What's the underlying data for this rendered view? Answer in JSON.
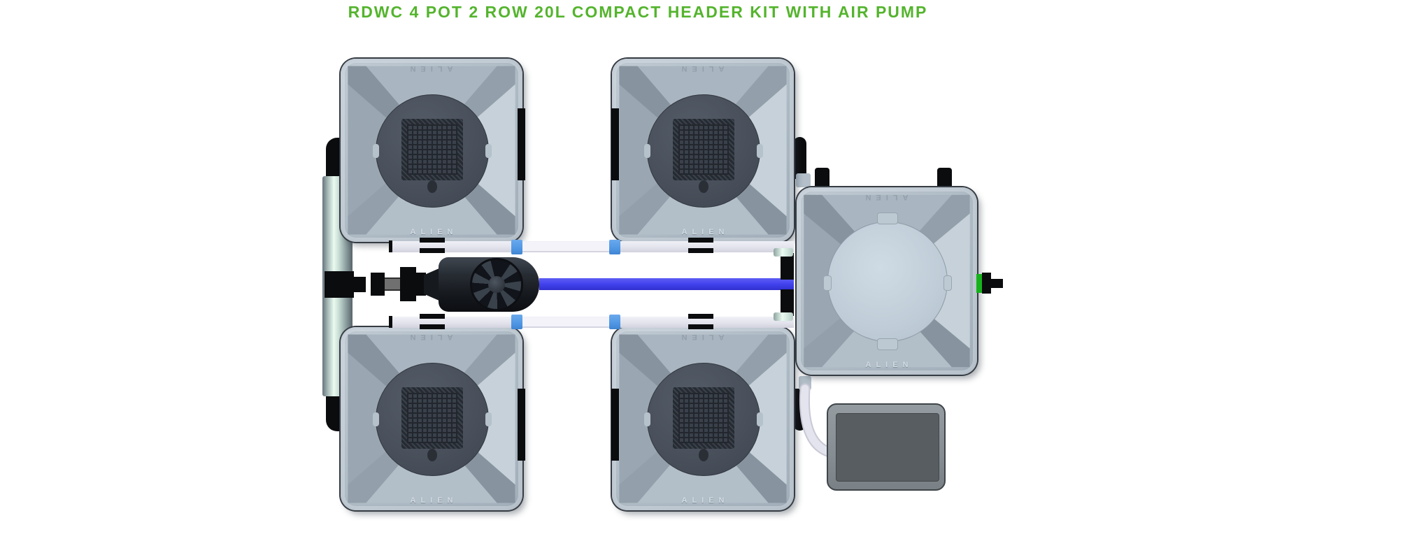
{
  "title": "RDWC 4 POT 2 ROW 20L COMPACT HEADER KIT WITH AIR PUMP",
  "brand": "ALIEN",
  "colors": {
    "title_green": "#54b42d",
    "pot_body": "#b6c2cc",
    "net_lid": "#49505b",
    "mesh_dark": "#262b32",
    "pipe_white": "#e3e3ed",
    "pipe_blue": "#4242ee",
    "clip_blue": "#4f97e4",
    "silver_highlight": "#eafbf0",
    "valve_green": "#17b21b",
    "air_pump_body": "#878f94",
    "fitting_black": "#0b0c0e"
  },
  "components": {
    "pots": [
      "pot-top-left",
      "pot-top-right",
      "pot-bottom-left",
      "pot-bottom-right"
    ],
    "header_tank": "header-tank",
    "water_pump": "water-pump",
    "air_pump": "air-pump",
    "delivery_pipe": "blue-delivery-pipe",
    "inline_valve": "inline-valve"
  }
}
